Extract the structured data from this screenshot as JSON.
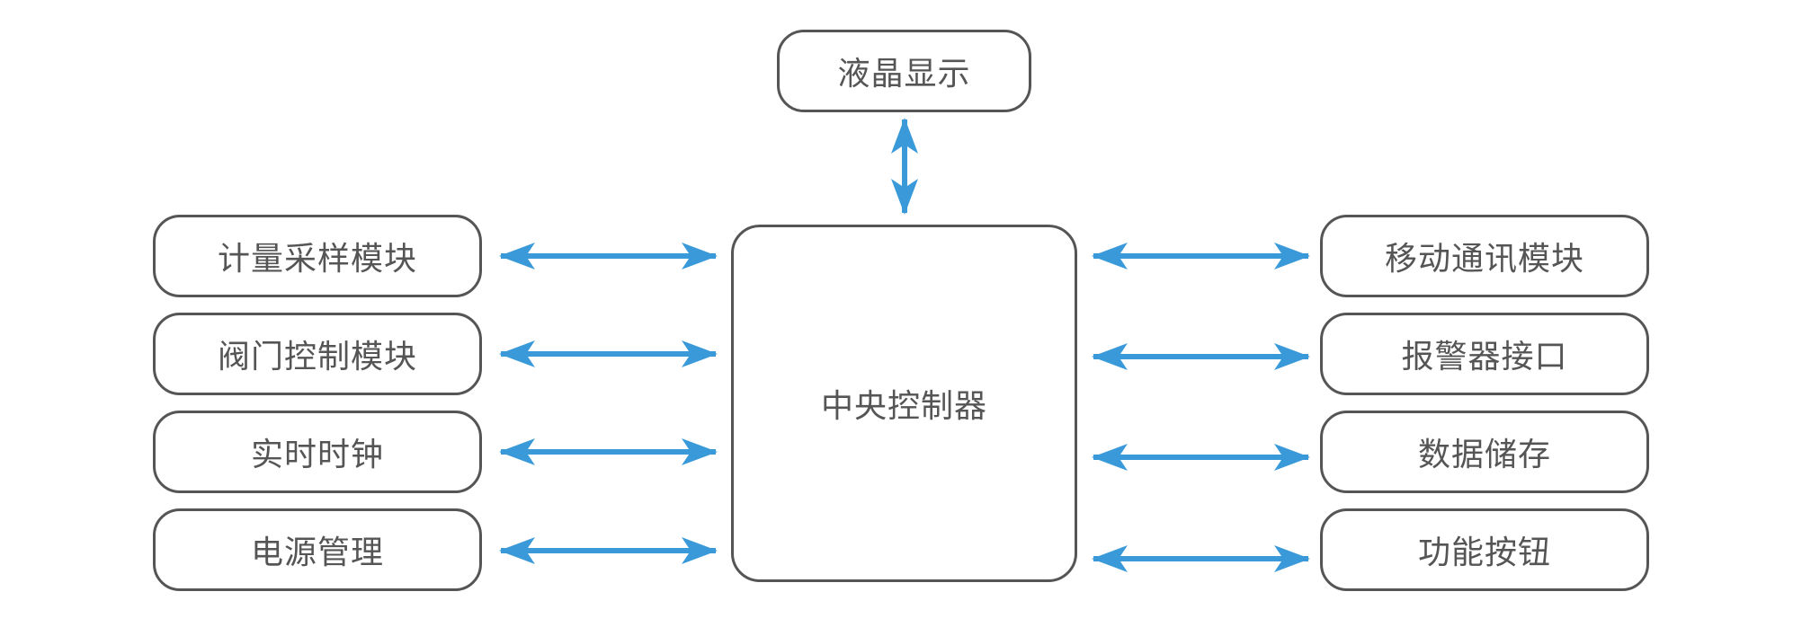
{
  "nodes": {
    "top": "液晶显示",
    "center": "中央控制器",
    "left": [
      "计量采样模块",
      "阀门控制模块",
      "实时时钟",
      "电源管理"
    ],
    "right": [
      "移动通讯模块",
      "报警器接口",
      "数据储存",
      "功能按钮"
    ]
  },
  "colors": {
    "arrow": "#3a9ad9",
    "border": "#555555",
    "text": "#555555"
  }
}
